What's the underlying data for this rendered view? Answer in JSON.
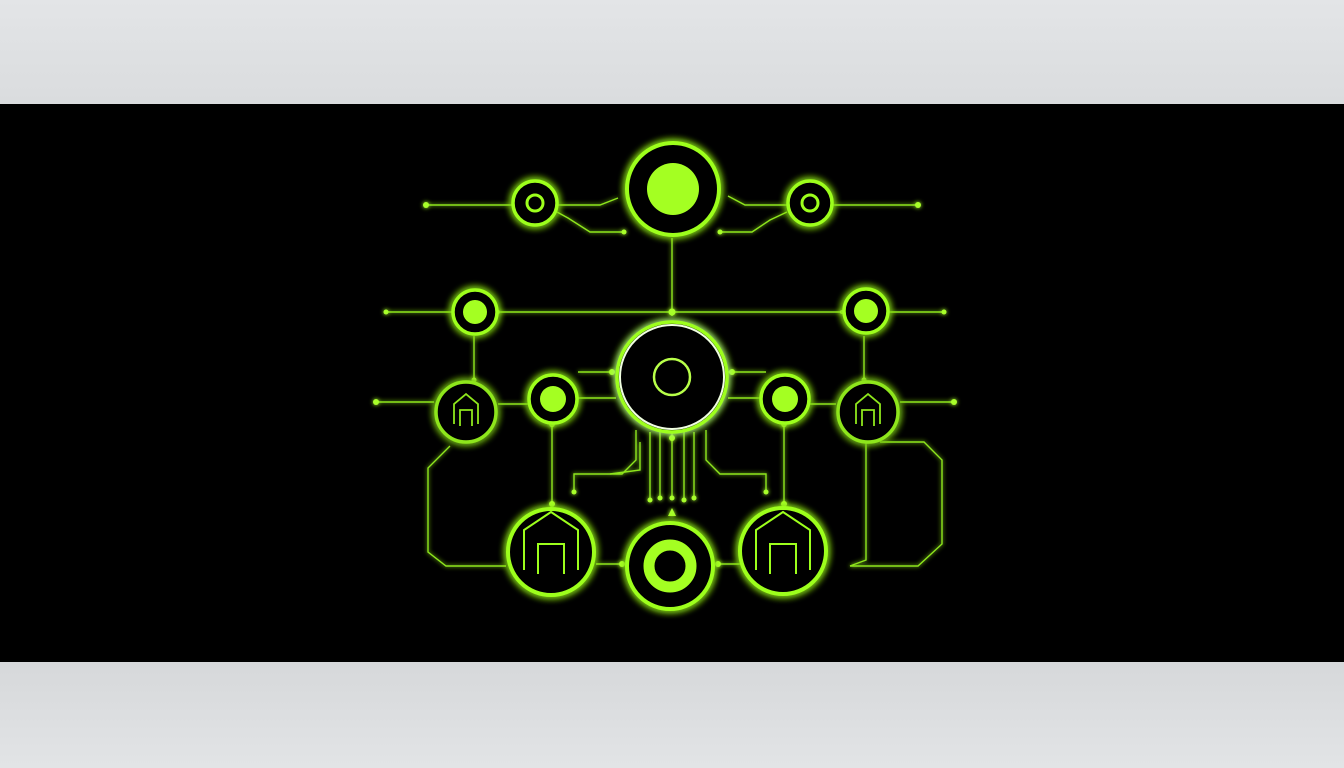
{
  "image": {
    "background": "#000000",
    "letterbox": "#dfe1e3"
  },
  "palette": {
    "neon": "#9dff1a",
    "neon_dim": "#7fd614",
    "core_ring": "#f0ffe0"
  },
  "diagram": {
    "labels": [],
    "nodes": [
      {
        "id": "top-center",
        "kind": "solid",
        "icon": "filled-circle"
      },
      {
        "id": "top-left",
        "kind": "ring-dot",
        "icon": "target"
      },
      {
        "id": "top-right",
        "kind": "ring-dot",
        "icon": "target"
      },
      {
        "id": "mid-left",
        "kind": "solid",
        "icon": "filled-circle"
      },
      {
        "id": "mid-right",
        "kind": "solid",
        "icon": "filled-circle"
      },
      {
        "id": "hub",
        "kind": "hub",
        "icon": "ring"
      },
      {
        "id": "inner-left",
        "kind": "solid",
        "icon": "filled-circle"
      },
      {
        "id": "inner-right",
        "kind": "solid",
        "icon": "filled-circle"
      },
      {
        "id": "outer-left",
        "kind": "home",
        "icon": "house"
      },
      {
        "id": "outer-right",
        "kind": "home",
        "icon": "house"
      },
      {
        "id": "bottom-left",
        "kind": "home",
        "icon": "house"
      },
      {
        "id": "bottom-center",
        "kind": "donut",
        "icon": "donut"
      },
      {
        "id": "bottom-right",
        "kind": "home",
        "icon": "house"
      }
    ]
  }
}
